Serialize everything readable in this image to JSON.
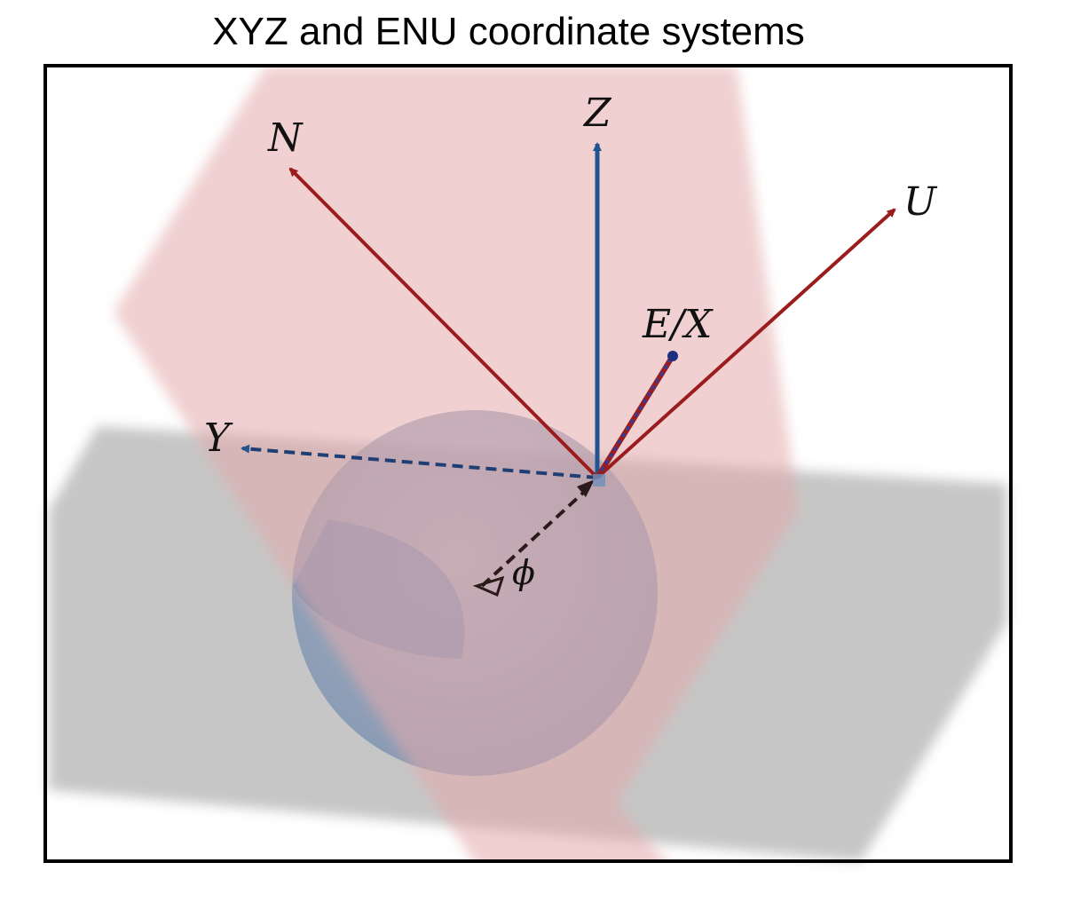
{
  "title": "XYZ and ENU coordinate systems",
  "labels": {
    "z": "Z",
    "n": "N",
    "u": "U",
    "ex": "E/X",
    "y": "Y",
    "phi": "ϕ"
  },
  "colors": {
    "enu_axes": "#9b1c1c",
    "xyz_axes": "#1f5590",
    "sphere": "#7d95b5",
    "tangent_plane": "#e4a9ab",
    "equatorial_plane": "#b0b0b0",
    "frame": "#000000"
  }
}
